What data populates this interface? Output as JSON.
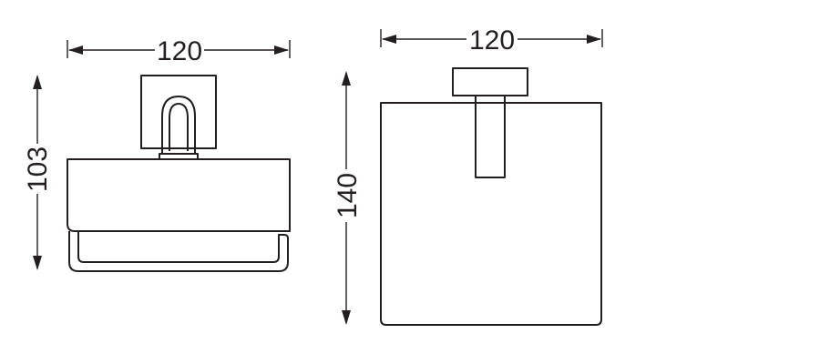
{
  "front_view": {
    "width_label": "120",
    "height_label": "103"
  },
  "side_view": {
    "width_label": "120",
    "height_label": "140"
  },
  "colors": {
    "line": "#231f20",
    "background": "#ffffff"
  }
}
